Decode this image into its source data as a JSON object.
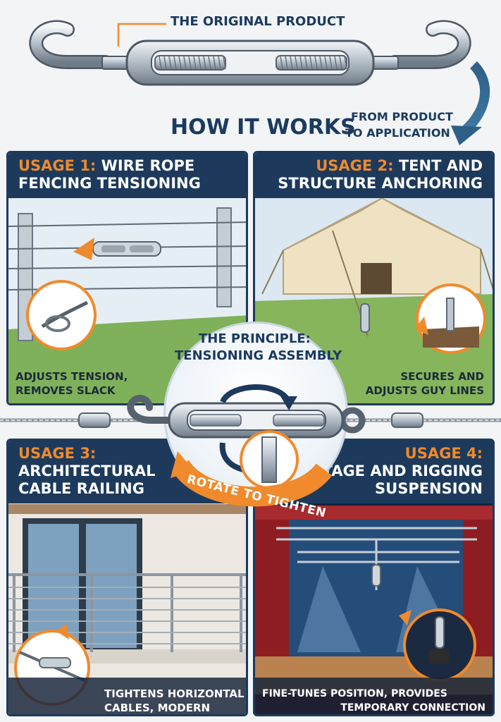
{
  "header": {
    "original_product": "THE ORIGINAL PRODUCT",
    "how_it_works": "HOW IT WORKS",
    "from_product_1": "FROM PRODUCT",
    "from_product_2": "TO APPLICATION"
  },
  "usages": [
    {
      "number": "USAGE 1:",
      "title_rest": "WIRE ROPE",
      "title_line2": "FENCING TENSIONING",
      "caption_1": "ADJUSTS TENSION,",
      "caption_2": "REMOVES SLACK"
    },
    {
      "number": "USAGE 2:",
      "title_rest": "TENT AND",
      "title_line2": "STRUCTURE ANCHORING",
      "caption_1": "SECURES AND",
      "caption_2": "ADJUSTS GUY LINES"
    },
    {
      "number": "USAGE 3:",
      "title_line2": "ARCHITECTURAL",
      "title_line3": "CABLE RAILING",
      "caption_1": "TIGHTENS HORIZONTAL",
      "caption_2": "CABLES, MODERN LOOK"
    },
    {
      "number": "USAGE 4:",
      "title_line2": "STAGE AND RIGGING",
      "title_line3": "SUSPENSION",
      "caption_1": "FINE-TUNES POSITION, PROVIDES",
      "caption_2": "TEMPORARY CONNECTION"
    }
  ],
  "principle": {
    "title_1": "THE PRINCIPLE:",
    "title_2": "TENSIONING ASSEMBLY",
    "rotate": "ROTATE TO TIGHTEN"
  },
  "colors": {
    "navy": "#1d3a5c",
    "accent_orange": "#f08a2c",
    "steel": "#b9c3cd",
    "arrow_blue": "#2f5f86"
  },
  "icons": [
    "turnbuckle-icon",
    "curved-arrow-icon",
    "rotate-arrow-icon",
    "zoom-callout-icon"
  ]
}
